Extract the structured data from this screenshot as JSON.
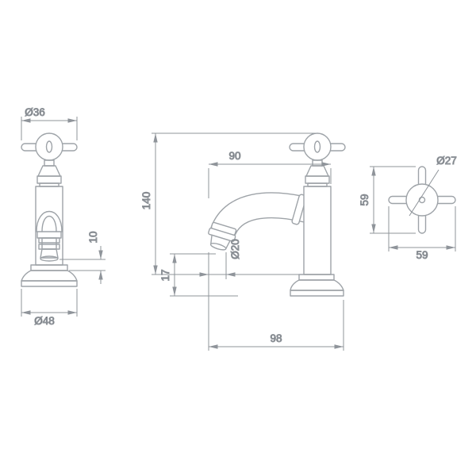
{
  "front_view": {
    "handle_diameter": "Ø36",
    "spout_clearance": "10",
    "base_diameter": "Ø48"
  },
  "side_view": {
    "spout_reach": "90",
    "overall_height": "140",
    "outlet_diameter": "Ø20",
    "outlet_height": "17",
    "overall_depth": "98"
  },
  "top_view": {
    "hub_diameter": "Ø27",
    "handle_span_vertical": "59",
    "handle_span_horizontal": "59"
  }
}
